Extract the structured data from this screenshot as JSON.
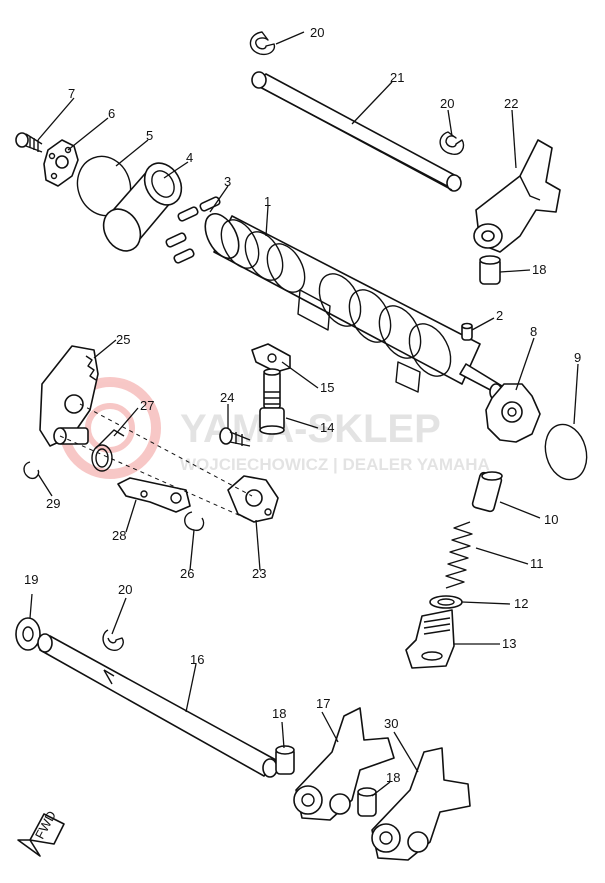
{
  "watermark": {
    "brand": "YAMA-SKLEP",
    "tagline": "WOJCIECHOWICZ | DEALER YAMAHA",
    "color": "#e53935"
  },
  "fwd_label": "FWD",
  "callouts": [
    {
      "id": "c7",
      "text": "7"
    },
    {
      "id": "c6",
      "text": "6"
    },
    {
      "id": "c5",
      "text": "5"
    },
    {
      "id": "c4",
      "text": "4"
    },
    {
      "id": "c3",
      "text": "3"
    },
    {
      "id": "c1",
      "text": "1"
    },
    {
      "id": "c20a",
      "text": "20"
    },
    {
      "id": "c21",
      "text": "21"
    },
    {
      "id": "c20b",
      "text": "20"
    },
    {
      "id": "c22",
      "text": "22"
    },
    {
      "id": "c18a",
      "text": "18"
    },
    {
      "id": "c2",
      "text": "2"
    },
    {
      "id": "c8",
      "text": "8"
    },
    {
      "id": "c9",
      "text": "9"
    },
    {
      "id": "c25",
      "text": "25"
    },
    {
      "id": "c15",
      "text": "15"
    },
    {
      "id": "c27",
      "text": "27"
    },
    {
      "id": "c24",
      "text": "24"
    },
    {
      "id": "c14",
      "text": "14"
    },
    {
      "id": "c29",
      "text": "29"
    },
    {
      "id": "c28",
      "text": "28"
    },
    {
      "id": "c26",
      "text": "26"
    },
    {
      "id": "c23",
      "text": "23"
    },
    {
      "id": "c10",
      "text": "10"
    },
    {
      "id": "c11",
      "text": "11"
    },
    {
      "id": "c12",
      "text": "12"
    },
    {
      "id": "c13",
      "text": "13"
    },
    {
      "id": "c19",
      "text": "19"
    },
    {
      "id": "c20c",
      "text": "20"
    },
    {
      "id": "c16",
      "text": "16"
    },
    {
      "id": "c18b",
      "text": "18"
    },
    {
      "id": "c17",
      "text": "17"
    },
    {
      "id": "c30",
      "text": "30"
    },
    {
      "id": "c18c",
      "text": "18"
    }
  ]
}
